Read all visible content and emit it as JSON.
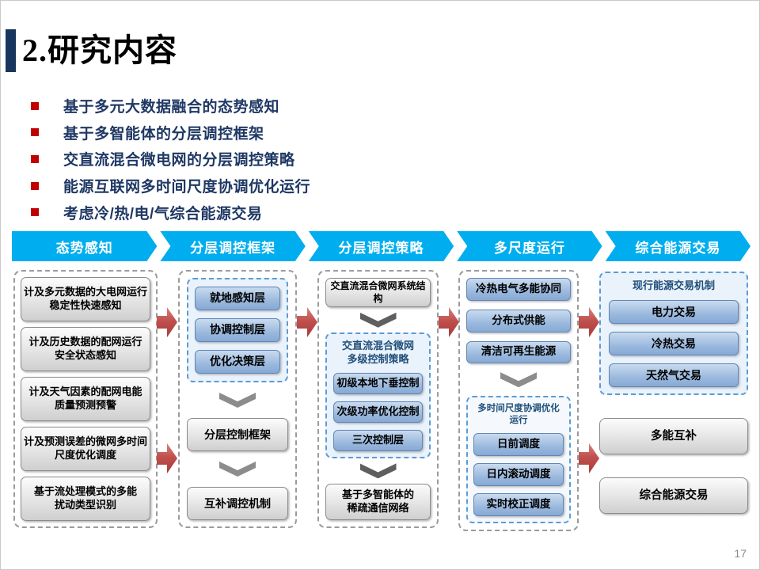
{
  "slide": {
    "title": "2.研究内容",
    "page_number": "17"
  },
  "bullets": [
    "基于多元大数据融合的态势感知",
    "基于多智能体的分层调控框架",
    "交直流混合微电网的分层调控策略",
    "能源互联网多时间尺度协调优化运行",
    "考虑冷/热/电/气综合能源交易"
  ],
  "banner": {
    "stages": [
      "态势感知",
      "分层调控框架",
      "分层调控策略",
      "多尺度运行",
      "综合能源交易"
    ]
  },
  "flow": {
    "situation": {
      "boxes": [
        "计及多元数据的大电网运行\n稳定性快速感知",
        "计及历史数据的配网运行\n安全状态感知",
        "计及天气因素的配网电能\n质量预测预警",
        "计及预测误差的微网多时间\n尺度优化调度",
        "基于流处理模式的多能\n扰动类型识别"
      ]
    },
    "framework": {
      "layers": [
        "就地感知层",
        "协调控制层",
        "优化决策层"
      ],
      "frame_box": "分层控制框架",
      "mechanism_box": "互补调控机制"
    },
    "strategy": {
      "top_box": "交直流混合微网系统结构",
      "group_title": "交直流混合微网\n多级控制策略",
      "levels": [
        "初级本地下垂控制",
        "次级功率优化控制",
        "三次控制层"
      ],
      "bottom_box": "基于多智能体的\n稀疏通信网络"
    },
    "operation": {
      "items": [
        "冷热电气多能协同",
        "分布式供能",
        "清洁可再生能源"
      ],
      "group_title": "多时间尺度协调优化运行",
      "schedules": [
        "日前调度",
        "日内滚动调度",
        "实时校正调度"
      ]
    },
    "trading": {
      "group_title": "现行能源交易机制",
      "items": [
        "电力交易",
        "冷热交易",
        "天然气交易"
      ],
      "complement_box": "多能互补",
      "integrated_box": "综合能源交易"
    }
  },
  "colors": {
    "banner_cyan": "#00AEEF",
    "arrow_red": "#C0504D",
    "bullet_navy": "#1F3864",
    "box_blue": "#95B3D7",
    "accent_navy": "#17365D"
  }
}
